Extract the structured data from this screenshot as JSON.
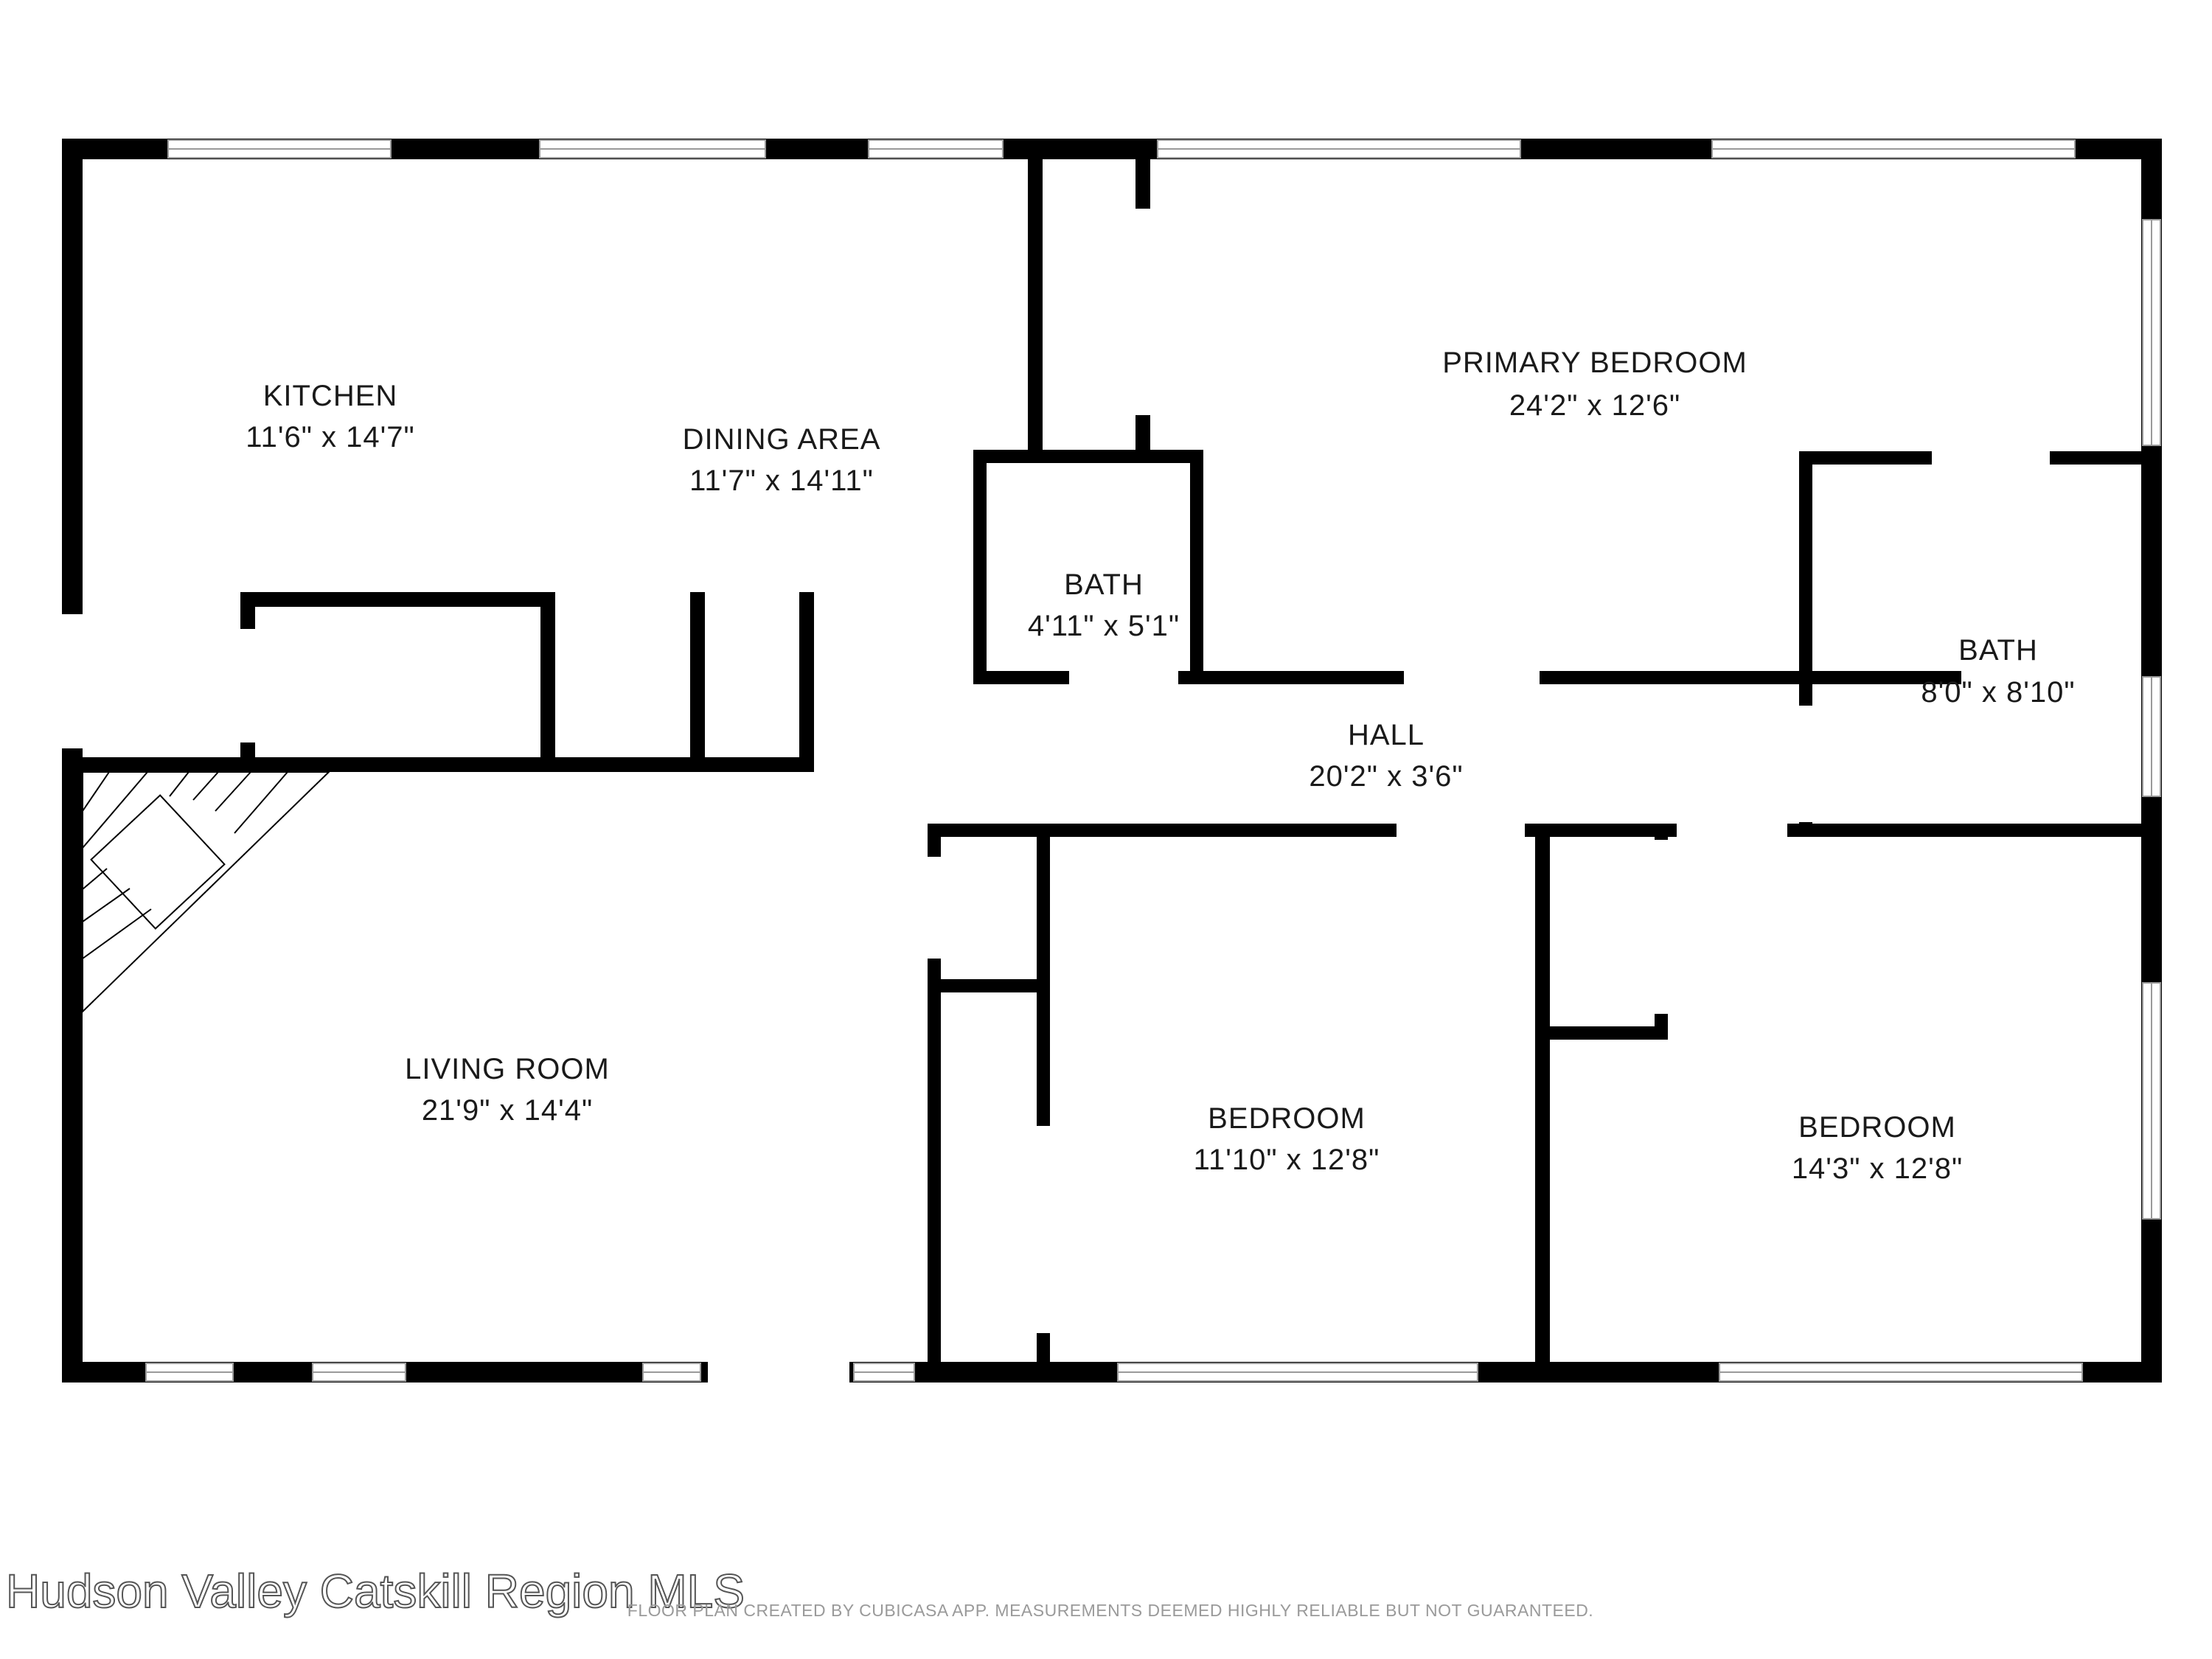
{
  "rooms": {
    "kitchen": {
      "name": "KITCHEN",
      "dims": "11'6\" x 14'7\""
    },
    "dining": {
      "name": "DINING AREA",
      "dims": "11'7\" x 14'11\""
    },
    "primary_bedroom": {
      "name": "PRIMARY BEDROOM",
      "dims": "24'2\" x 12'6\""
    },
    "bath_small": {
      "name": "BATH",
      "dims": "4'11\" x 5'1\""
    },
    "bath_primary": {
      "name": "BATH",
      "dims": "8'0\" x 8'10\""
    },
    "hall": {
      "name": "HALL",
      "dims": "20'2\" x 3'6\""
    },
    "living": {
      "name": "LIVING ROOM",
      "dims": "21'9\" x 14'4\""
    },
    "bedroom_center": {
      "name": "BEDROOM",
      "dims": "11'10\" x 12'8\""
    },
    "bedroom_right": {
      "name": "BEDROOM",
      "dims": "14'3\" x 12'8\""
    }
  },
  "watermark": "Hudson Valley Catskill Region MLS",
  "disclaimer": "FLOOR PLAN CREATED BY CUBICASA APP. MEASUREMENTS DEEMED HIGHLY RELIABLE BUT NOT GUARANTEED.",
  "colors": {
    "wall": "#000000",
    "window_frame": "#9a9a9a",
    "background": "#ffffff"
  }
}
